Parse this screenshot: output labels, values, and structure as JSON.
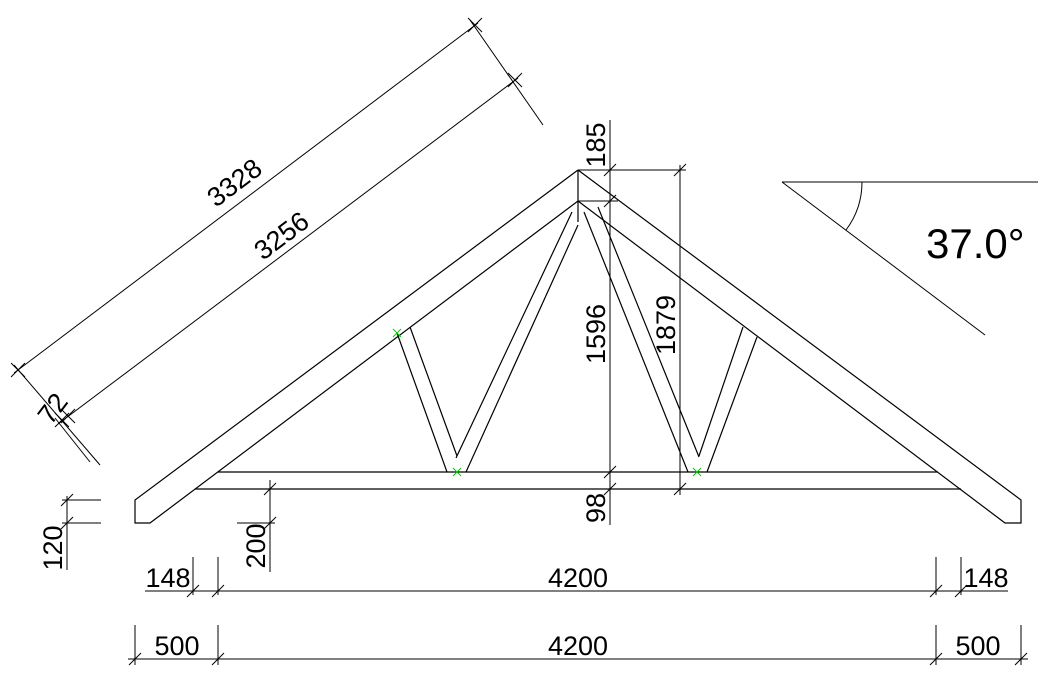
{
  "drawing": {
    "title": "Roof truss elevation",
    "dimensions": {
      "top_chord_outer_length": "3328",
      "top_chord_inner_length": "3256",
      "top_chord_depth": "72",
      "apex_offset": "185",
      "inner_height": "1596",
      "total_height": "1879",
      "bottom_chord_depth": "98",
      "eave_cut_height": "120",
      "bottom_chord_offset": "200",
      "heel_left": "148",
      "span_inner": "4200",
      "heel_right": "148",
      "overhang_left": "500",
      "span": "4200",
      "overhang_right": "500"
    },
    "roof_pitch": "37.0°",
    "colors": {
      "lines": "#000000",
      "snap_marks": "#00d000"
    }
  }
}
